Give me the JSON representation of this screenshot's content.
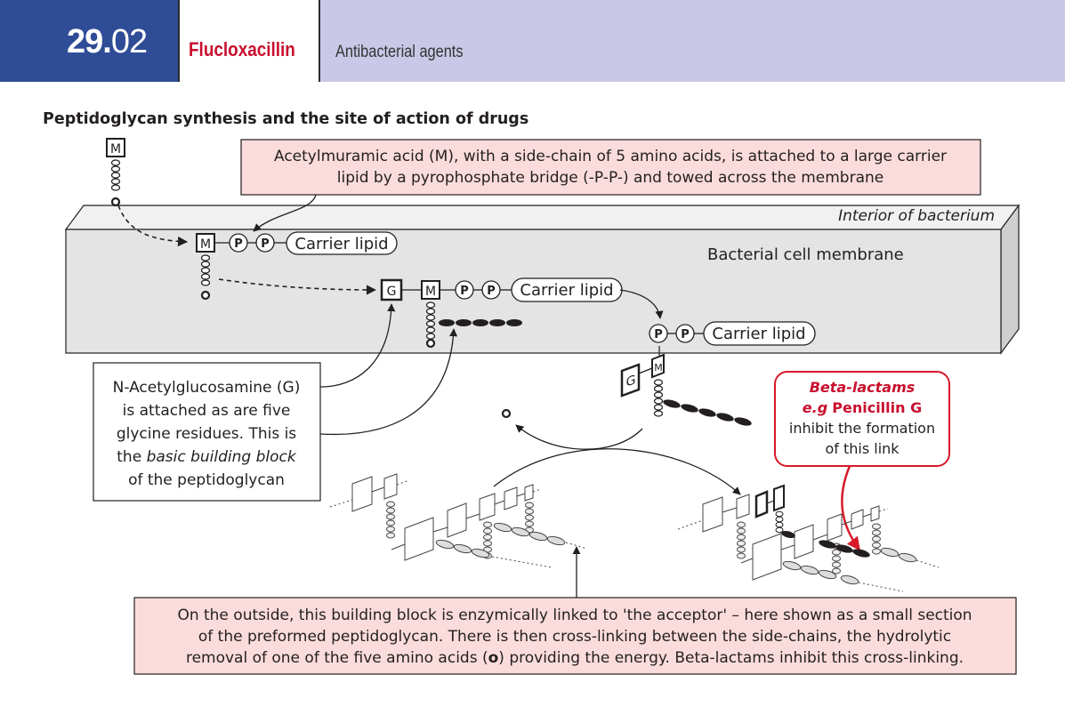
{
  "header": {
    "number_bold": "29.",
    "number_rest": "02",
    "drug_name": "Flucloxacillin",
    "category": "Antibacterial agents"
  },
  "figure": {
    "title": "Peptidoglycan synthesis and the site of action of drugs",
    "top_note": {
      "line1": "Acetylmuramic acid (M), with a side-chain of 5 amino acids, is attached to a large carrier",
      "line2": "lipid by a pyrophosphate bridge (-P-P-) and towed across the membrane"
    },
    "interior_label": "Interior of bacterium",
    "membrane_label": "Bacterial cell membrane",
    "carrier_lipid": "Carrier lipid",
    "m_letter": "M",
    "g_letter": "G",
    "p_letter": "P",
    "left_note": {
      "line1": "N-Acetylglucosamine (G)",
      "line2": "is attached as are five",
      "line3": "glycine residues. This is",
      "line4_prefix": "the ",
      "line4_italic": "basic building block",
      "line5": "of the peptidoglycan"
    },
    "drug_note": {
      "line1": "Beta-lactams",
      "line2_italic": "e.g",
      "line2_bold": "Penicillin G",
      "line3": "inhibit the formation",
      "line4": "of this link"
    },
    "bottom_note": {
      "line1": "On the outside, this building block is enzymically linked to 'the acceptor' – here shown as a small section",
      "line2": "of the preformed peptidoglycan. There is then cross-linking between the side-chains, the hydrolytic",
      "line3_prefix": "removal of one of the five amino acids (",
      "line3_bold": "o",
      "line3_suffix": ") providing the energy. Beta-lactams inhibit this cross-linking."
    }
  },
  "colors": {
    "header_blue": "#2f4c96",
    "header_lavender": "#c9c8e6",
    "drug_red": "#c8102e",
    "note_pink": "#fbdcdc",
    "membrane_grey": "#e6e6e6",
    "arrow_red": "#d7192a"
  }
}
